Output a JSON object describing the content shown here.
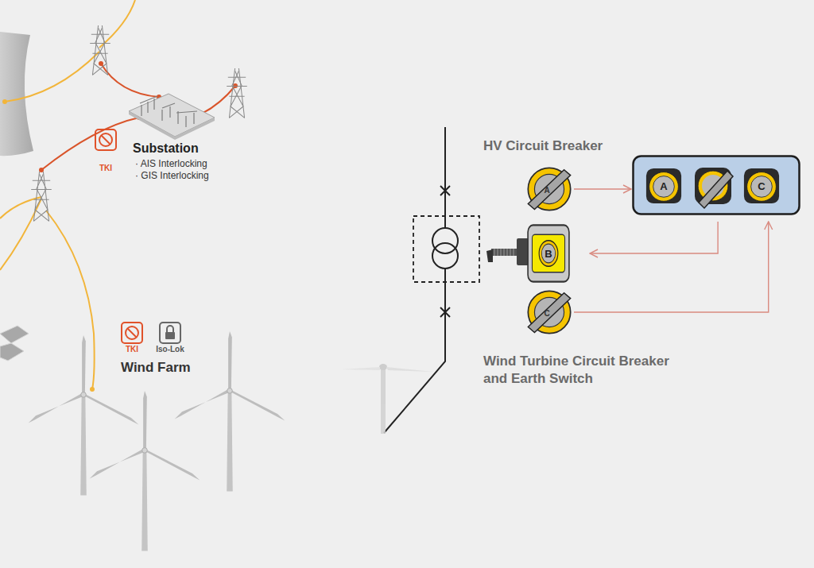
{
  "diagram": {
    "nodes": [
      {
        "text": [
          "A"
        ]
      },
      {
        "text": []
      },
      {
        "text": [
          "A"
        ],
        "in": 1
      },
      {
        "text": [
          "C"
        ],
        "in": 1
      },
      {
        "text": [
          "B"
        ]
      },
      {
        "text": [
          "C"
        ]
      }
    ],
    "edges": [
      {
        "from": 0,
        "to": 1,
        "arrow": "to"
      },
      {
        "from": 1,
        "to": 4,
        "arrow": "to"
      },
      {
        "from": 5,
        "to": 1,
        "arrow": "to"
      }
    ],
    "labels": [
      "Substation",
      "· AIS Interlocking",
      "· GIS Interlocking",
      "TKI",
      "TKI",
      "Iso-Lok",
      "Wind Farm",
      "HV Circuit Breaker",
      "Wind Turbine Circuit Breaker and Earth Switch"
    ]
  }
}
